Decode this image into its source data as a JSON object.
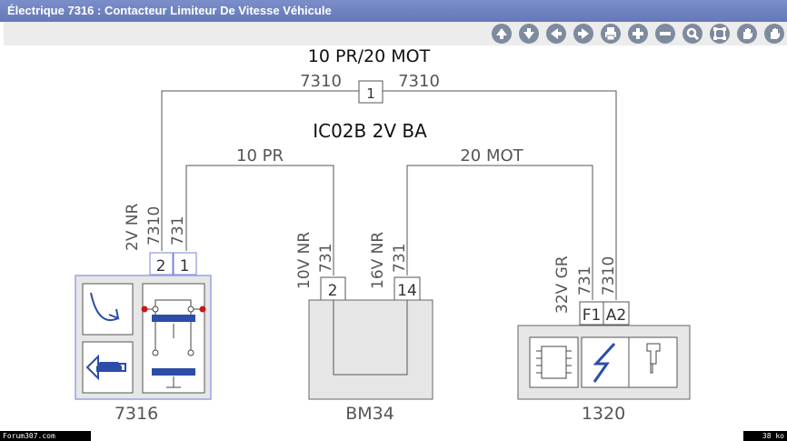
{
  "window": {
    "title": "Électrique 7316  : Contacteur Limiteur De Vitesse Véhicule"
  },
  "toolbar": {
    "buttons": [
      {
        "icon": "arrow-up-icon"
      },
      {
        "icon": "arrow-down-icon"
      },
      {
        "icon": "arrow-left-icon"
      },
      {
        "icon": "arrow-right-icon"
      },
      {
        "icon": "print-icon"
      },
      {
        "icon": "zoom-in-icon"
      },
      {
        "icon": "zoom-out-icon"
      },
      {
        "icon": "magnifier-icon"
      },
      {
        "icon": "fit-icon"
      },
      {
        "icon": "hand-icon"
      },
      {
        "icon": "hand-alt-icon"
      }
    ]
  },
  "diagram": {
    "header": "10 PR/20 MOT",
    "top_wire_left": "7310",
    "top_wire_right": "7310",
    "splice_label": "1",
    "subheader": "IC02B 2V BA",
    "wire_10pr": "10 PR",
    "wire_20mot": "20 MOT",
    "comp_7316": {
      "name": "7316",
      "connector": "2V NR",
      "wire_a": "7310",
      "wire_b": "731",
      "pin_a": "2",
      "pin_b": "1"
    },
    "comp_bm34": {
      "name": "BM34",
      "conn_a": "10V NR",
      "wire_a": "731",
      "pin_a": "2",
      "conn_b": "16V NR",
      "wire_b": "731",
      "pin_b": "14"
    },
    "comp_1320": {
      "name": "1320",
      "connector": "32V GR",
      "wire_a": "731",
      "wire_b": "7310",
      "pin_a": "F1",
      "pin_b": "A2"
    }
  },
  "footer": {
    "left": "Forum307.com",
    "right": "38 ko"
  },
  "colors": {
    "titlebar": "#6d80bf",
    "component_border": "#9ba2e0",
    "blue_bar": "#2c4da8",
    "red_dot": "#c81818"
  }
}
